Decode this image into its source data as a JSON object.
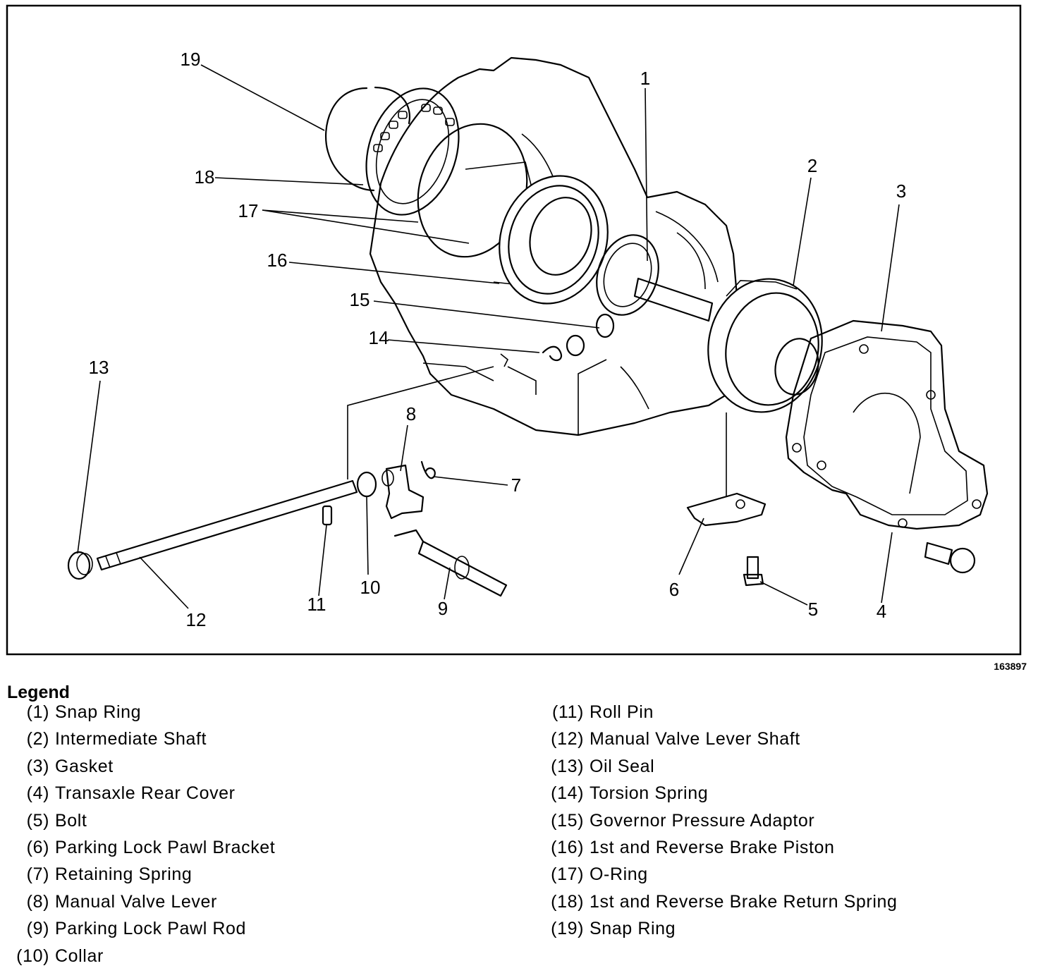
{
  "figure": {
    "id": "163897",
    "callouts": [
      "1",
      "2",
      "3",
      "4",
      "5",
      "6",
      "7",
      "8",
      "9",
      "10",
      "11",
      "12",
      "13",
      "14",
      "15",
      "16",
      "17",
      "18",
      "19"
    ]
  },
  "legend": {
    "title": "Legend",
    "items": [
      {
        "num": "(1)",
        "label": "Snap Ring"
      },
      {
        "num": "(2)",
        "label": "Intermediate Shaft"
      },
      {
        "num": "(3)",
        "label": "Gasket"
      },
      {
        "num": "(4)",
        "label": "Transaxle Rear Cover"
      },
      {
        "num": "(5)",
        "label": "Bolt"
      },
      {
        "num": "(6)",
        "label": "Parking Lock Pawl Bracket"
      },
      {
        "num": "(7)",
        "label": "Retaining Spring"
      },
      {
        "num": "(8)",
        "label": "Manual Valve Lever"
      },
      {
        "num": "(9)",
        "label": "Parking Lock Pawl Rod"
      },
      {
        "num": "(10)",
        "label": "Collar"
      },
      {
        "num": "(11)",
        "label": "Roll Pin"
      },
      {
        "num": "(12)",
        "label": "Manual Valve Lever Shaft"
      },
      {
        "num": "(13)",
        "label": "Oil Seal"
      },
      {
        "num": "(14)",
        "label": "Torsion Spring"
      },
      {
        "num": "(15)",
        "label": "Governor Pressure Adaptor"
      },
      {
        "num": "(16)",
        "label": "1st and Reverse Brake Piston"
      },
      {
        "num": "(17)",
        "label": "O-Ring"
      },
      {
        "num": "(18)",
        "label": "1st and Reverse Brake Return Spring"
      },
      {
        "num": "(19)",
        "label": "Snap Ring"
      }
    ]
  }
}
